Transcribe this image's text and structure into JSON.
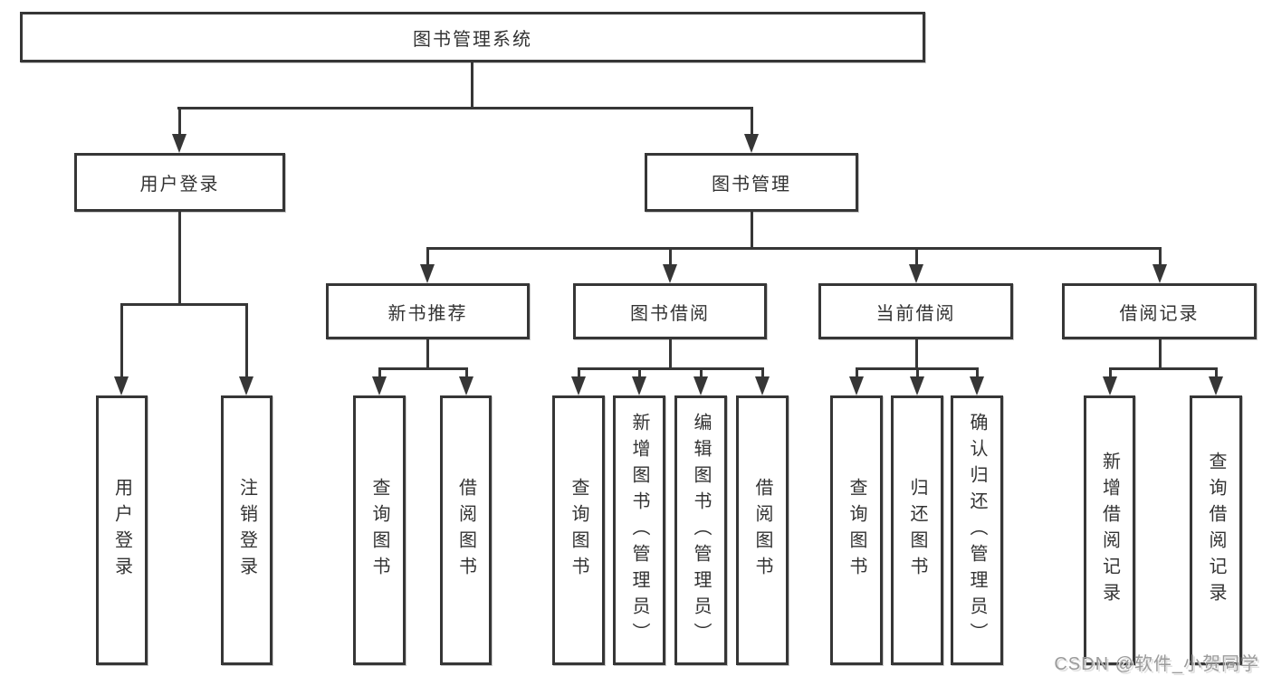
{
  "diagram": {
    "title": "图书管理系统",
    "root": "图书管理系统",
    "level2": [
      "用户登录",
      "图书管理"
    ],
    "level3": [
      "新书推荐",
      "图书借阅",
      "当前借阅",
      "借阅记录"
    ],
    "leaves_user_login": [
      "用户登录",
      "注销登录"
    ],
    "leaves_new_book": [
      "查询图书",
      "借阅图书"
    ],
    "leaves_book_borrow": [
      "查询图书",
      "新增图书（管理员）",
      "编辑图书（管理员）",
      "借阅图书"
    ],
    "leaves_current_borrow": [
      "查询图书",
      "归还图书",
      "确认归还（管理员）"
    ],
    "leaves_borrow_record": [
      "新增借阅记录",
      "查询借阅记录"
    ]
  },
  "watermark": {
    "text": "CSDN @软件_小贺同学"
  },
  "colors": {
    "line": "#363636",
    "box_border": "#363636",
    "text": "#333333",
    "background": "#ffffff",
    "watermark": "#9b9b9b"
  }
}
